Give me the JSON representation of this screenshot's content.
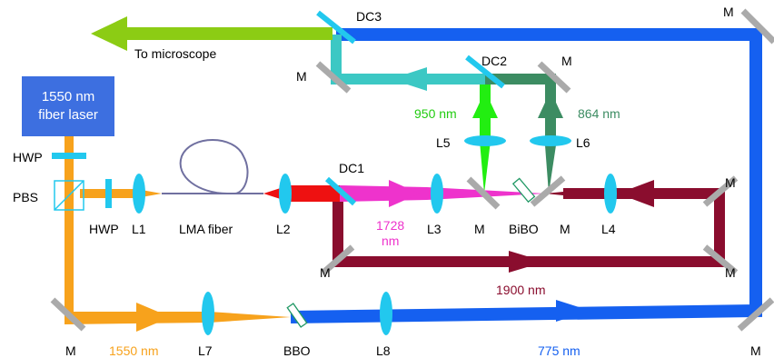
{
  "source_box": {
    "line1": "1550 nm",
    "line2": "fiber laser",
    "color": "#3d6fe0"
  },
  "labels": {
    "dc3": "DC3",
    "dc2": "DC2",
    "dc1": "DC1",
    "to_microscope": "To microscope",
    "m": "M",
    "hwp": "HWP",
    "pbs": "PBS",
    "l1": "L1",
    "l2": "L2",
    "l3": "L3",
    "l4": "L4",
    "l5": "L5",
    "l6": "L6",
    "l7": "L7",
    "l8": "L8",
    "lma_fiber": "LMA fiber",
    "bibo": "BiBO",
    "bbo": "BBO",
    "nm_1728_line1": "1728",
    "nm_1728_line2": "nm",
    "nm_950": "950 nm",
    "nm_864": "864 nm",
    "nm_1900": "1900 nm",
    "nm_1550": "1550 nm",
    "nm_775": "775 nm"
  },
  "colors": {
    "beam_1550": "#f7a21c",
    "beam_775": "#1560f0",
    "beam_1900": "#8a0d2e",
    "beam_1728": "#ee33cc",
    "beam_red": "#ee1111",
    "beam_950": "#22ee11",
    "beam_864": "#3c8c62",
    "beam_mix": "#3cc8c4",
    "beam_out": "#8ccc14",
    "lens": "#22c8ee",
    "mirror": "#aaaaaa",
    "fiber": "#7070a0",
    "crystal": "#229966",
    "label_950": "#22cc11",
    "label_864": "#3c8c62",
    "label_1728": "#ee33cc",
    "label_1900": "#8a0d2e",
    "label_1550": "#f7a21c",
    "label_775": "#1560f0"
  }
}
